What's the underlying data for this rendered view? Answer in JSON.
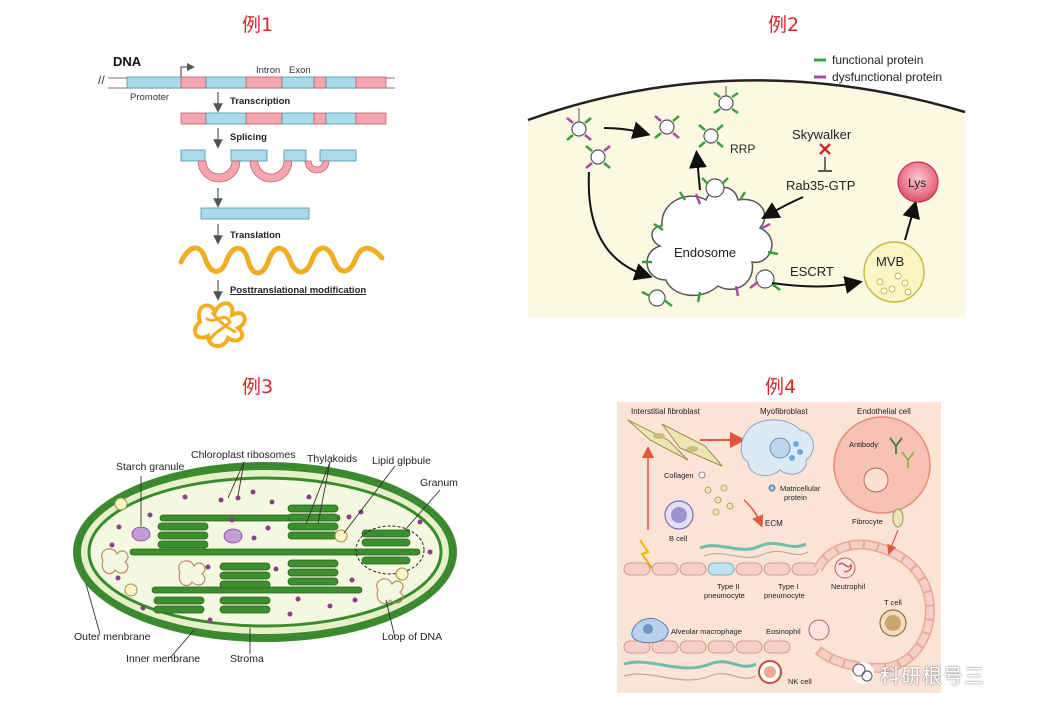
{
  "panels": {
    "p1": {
      "title": "例1",
      "dna": "DNA",
      "promoter": "Promoter",
      "intron": "Intron",
      "exon": "Exon",
      "transcription": "Transcription",
      "splicing": "Splicing",
      "translation": "Translation",
      "ptm": "Posttranslational modification"
    },
    "p2": {
      "title": "例2",
      "legend_functional": "functional protein",
      "legend_dysfunctional": "dysfunctional protein",
      "rrp": "RRP",
      "skywalker": "Skywalker",
      "rab": "Rab35-GTP",
      "lys": "Lys",
      "endosome": "Endosome",
      "escrt": "ESCRT",
      "mvb": "MVB"
    },
    "p3": {
      "title": "例3",
      "starch": "Starch granule",
      "ribosomes": "Chloroplast ribosomes",
      "thylakoids": "Thylakoids",
      "lipid": "Lipid glpbule",
      "granum": "Granum",
      "outer": "Outer menbrane",
      "inner": "Inner menbrane",
      "stroma": "Stroma",
      "loop": "Loop of DNA"
    },
    "p4": {
      "title": "例4",
      "interstitial": "Interstitial fibroblast",
      "myofibroblast": "Myofibroblast",
      "endothelial": "Endothelial cell",
      "antibody": "Antibody",
      "collagen": "Collagen",
      "matricellular": "Matricellular",
      "protein": "protein",
      "fibrocyte": "Fibrocyte",
      "bcell": "B cell",
      "ecm": "ECM",
      "type2a": "Type II",
      "type2b": "pneumocyte",
      "type1a": "Type I",
      "type1b": "pneumocyte",
      "neutrophil": "Neutrophil",
      "tcell": "T cell",
      "macrophage": "Alveolar macrophage",
      "eosinophil": "Eosinophil",
      "nkcell": "NK cell"
    }
  },
  "watermark": "科研根号三",
  "colors": {
    "title_red": "#d7262a",
    "exon_pink": "#f4a5ae",
    "intron_blue": "#a9dbe9",
    "thylakoid_green": "#3c8a2e",
    "protein_green": "#3aa13a",
    "protein_purple": "#a64ca6"
  }
}
